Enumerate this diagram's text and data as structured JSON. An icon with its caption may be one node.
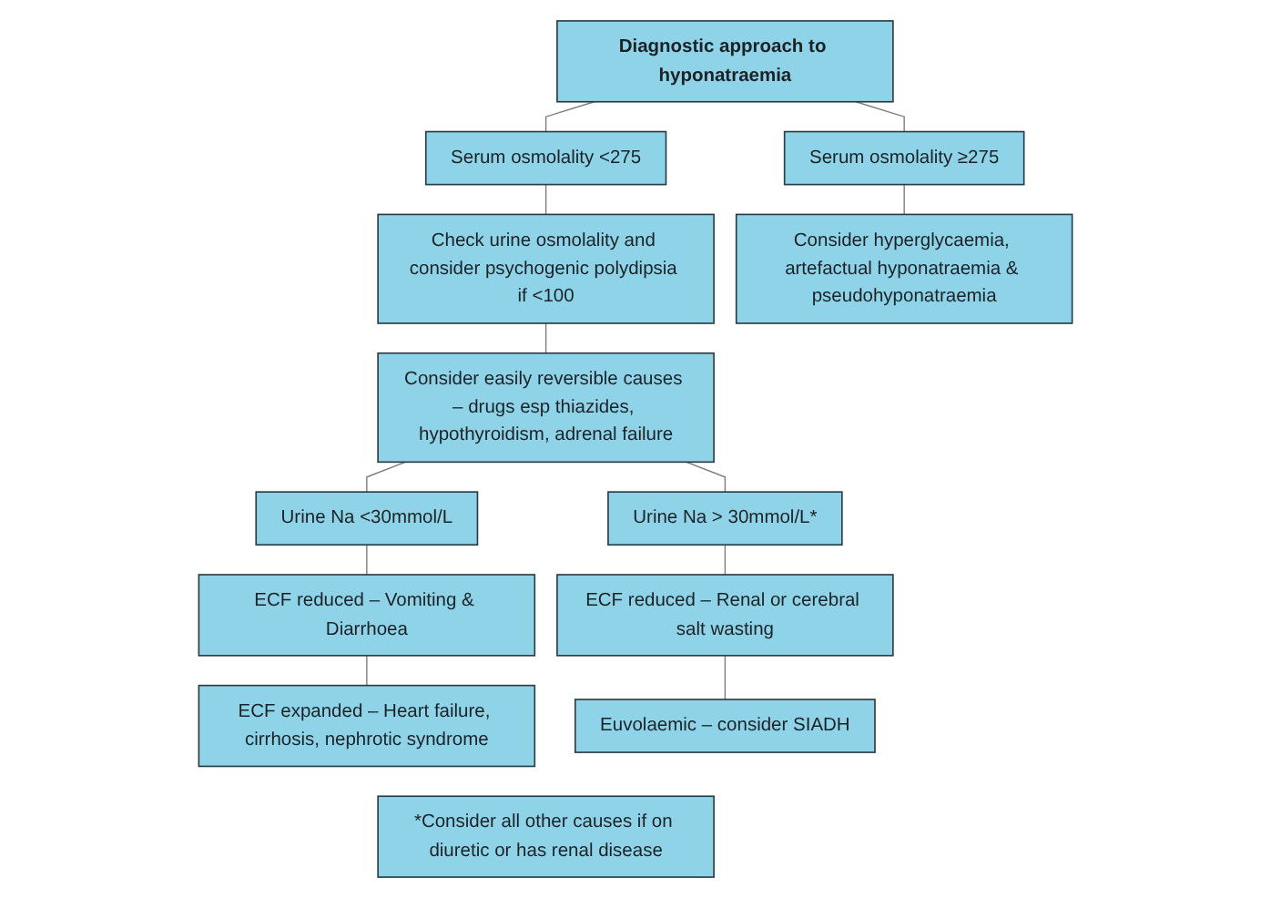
{
  "diagram": {
    "nodes": [
      {
        "text": [
          "Diagnostic approach to hyponatraemia"
        ]
      },
      {
        "text": [
          "Serum osmolality <275"
        ]
      },
      {
        "text": [
          "Serum osmolality ≥275"
        ]
      },
      {
        "text": [
          "Check urine osmolality and consider psychogenic polydipsia if <100"
        ]
      },
      {
        "text": [
          "Consider hyperglycaemia, artefactual hyponatraemia & pseudohyponatraemia"
        ]
      },
      {
        "text": [
          "Consider easily reversible causes – drugs esp thiazides, hypothyroidism, adrenal failure"
        ]
      },
      {
        "text": [
          "Urine Na <30mmol/L"
        ]
      },
      {
        "text": [
          "Urine Na > 30mmol/L*"
        ]
      },
      {
        "text": [
          "ECF reduced – Vomiting & Diarrhoea"
        ]
      },
      {
        "text": [
          "ECF reduced – Renal or cerebral salt wasting"
        ]
      },
      {
        "text": [
          "Euvolaemic – consider SIADH"
        ]
      },
      {
        "text": [
          "ECF expanded – Heart failure, cirrhosis, nephrotic syndrome"
        ]
      },
      {
        "text": [
          "*Consider all other causes if on diuretic or has renal disease"
        ]
      }
    ],
    "edges": [
      {
        "from": 0,
        "to": 1,
        "arrow": "none"
      },
      {
        "from": 0,
        "to": 2,
        "arrow": "none"
      },
      {
        "from": 1,
        "to": 3,
        "arrow": "none"
      },
      {
        "from": 2,
        "to": 4,
        "arrow": "none"
      },
      {
        "from": 3,
        "to": 5,
        "arrow": "none"
      },
      {
        "from": 5,
        "to": 6,
        "arrow": "none"
      },
      {
        "from": 5,
        "to": 7,
        "arrow": "none"
      },
      {
        "from": 6,
        "to": 8,
        "arrow": "none"
      },
      {
        "from": 7,
        "to": 9,
        "arrow": "none"
      },
      {
        "from": 9,
        "to": 10,
        "arrow": "none"
      },
      {
        "from": 8,
        "to": 11,
        "arrow": "none"
      }
    ]
  }
}
